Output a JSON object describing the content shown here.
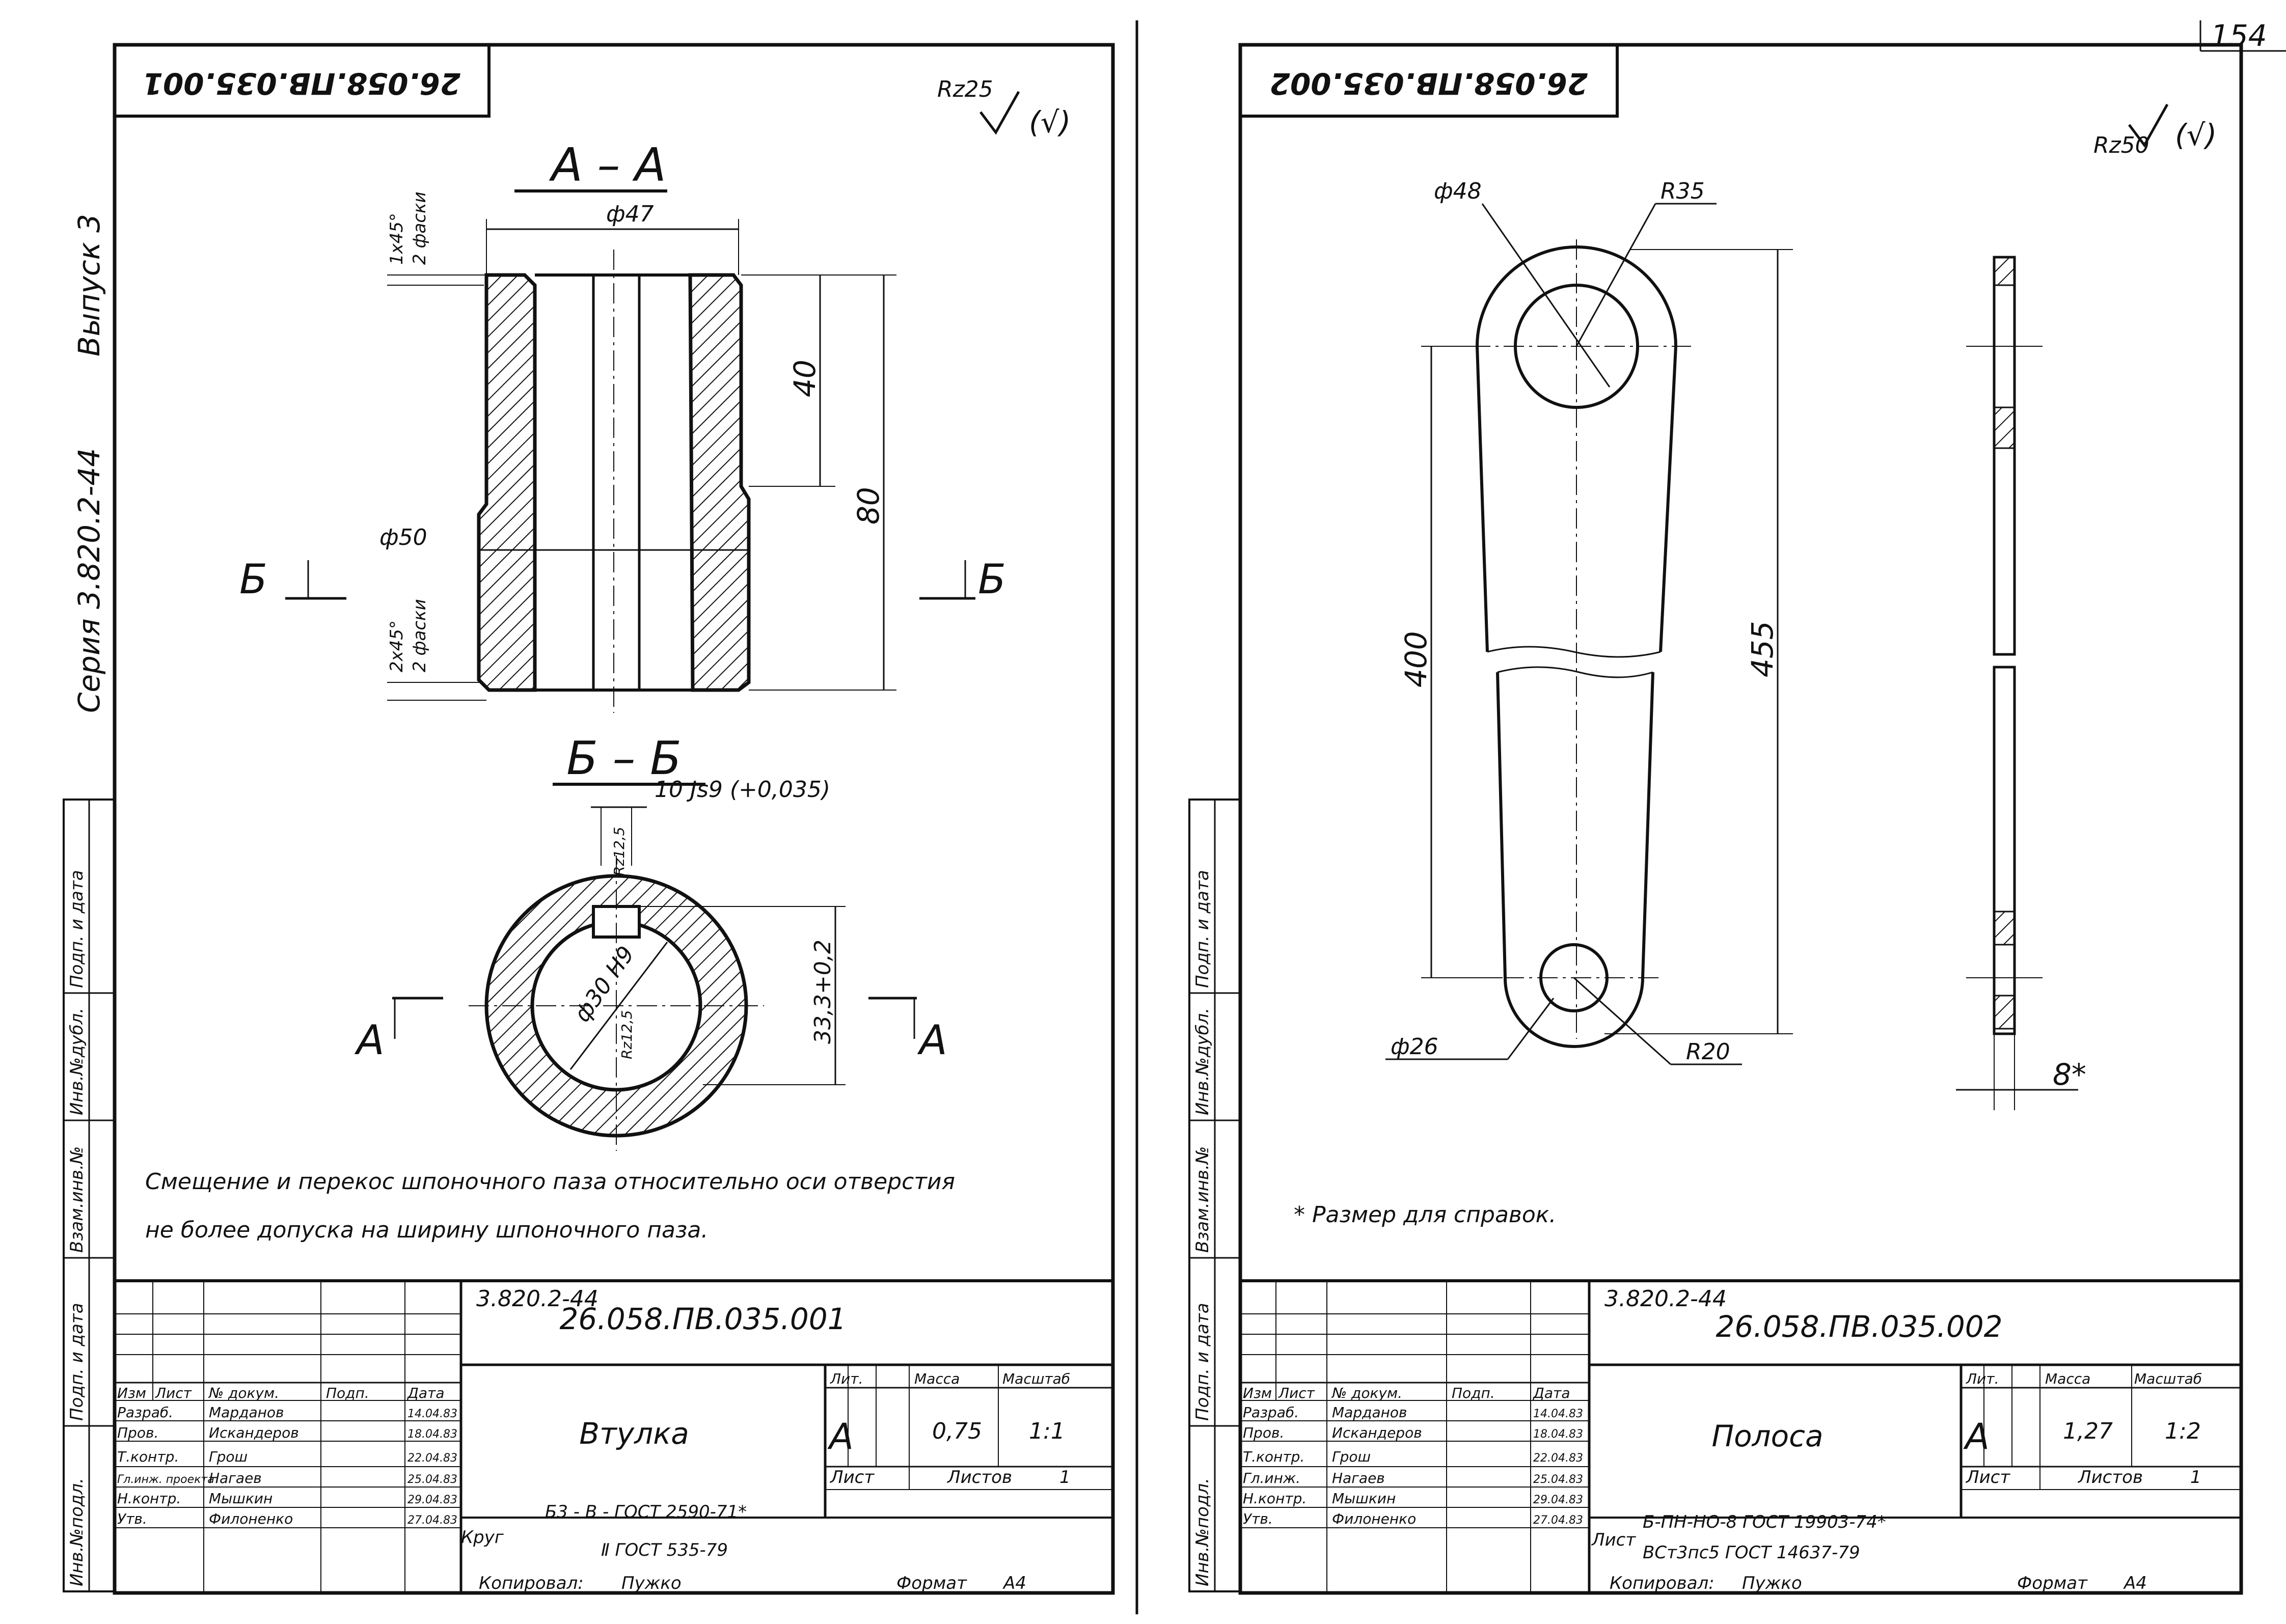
{
  "page_number": "154",
  "side_stamp": {
    "series": "Серия 3.820.2-44",
    "issue": "Выпуск 3",
    "fields": [
      "Взам.инв.№",
      "Инв.№дубл.",
      "Подп. и дата",
      "Инв.№подл.",
      "Подп. и дата"
    ]
  },
  "left_sheet": {
    "mirror_code": "26.058.ПВ.035.001",
    "roughness": "Rz25",
    "roughness_bracket": "(√)",
    "section_aa": "А – А",
    "section_bb": "Б – Б",
    "cut_b": "Б",
    "cut_a": "А",
    "dims": {
      "d47": "ф47",
      "d50": "ф50",
      "h40": "40",
      "h80": "80",
      "chamfer_top": "1x45°",
      "chamfer_top_note": "2 фаски",
      "chamfer_bottom": "2x45°",
      "chamfer_bottom_note": "2 фаски",
      "keyway": "10 Js9 (+0,035)",
      "rz125_top": "Rz12,5",
      "bore": "ф30 H9",
      "rz125_bore": "Rz12,5",
      "depth": "33,3+0,2"
    },
    "note_line1": "Смещение и перекос шпоночного паза относительно оси отверстия",
    "note_line2": "не более допуска на ширину шпоночного паза.",
    "title_block": {
      "doc_series": "3.820.2-44",
      "code": "26.058.ПВ.035.001",
      "name": "Втулка",
      "headers": [
        "Изм",
        "Лист",
        "№ докум.",
        "Подп.",
        "Дата"
      ],
      "rows": [
        {
          "role": "Разраб.",
          "name": "Марданов",
          "date": "14.04.83"
        },
        {
          "role": "Пров.",
          "name": "Искандеров",
          "date": "18.04.83"
        },
        {
          "role": "Т.контр.",
          "name": "Грош",
          "date": "22.04.83"
        },
        {
          "role": "Гл.инж. проекта",
          "name": "Нагаев",
          "date": "25.04.83"
        },
        {
          "role": "Н.контр.",
          "name": "Мышкин",
          "date": "29.04.83"
        },
        {
          "role": "Утв.",
          "name": "Филоненко",
          "date": "27.04.83"
        }
      ],
      "lit_label": "Лит.",
      "mass_label": "Масса",
      "scale_label": "Масштаб",
      "lit": "А",
      "mass": "0,75",
      "scale": "1:1",
      "sheet_label": "Лист",
      "sheets_label": "Листов",
      "sheets": "1",
      "material_prefix": "Круг",
      "material_line1": "Б3 - В - ГОСТ 2590-71*",
      "material_line2": "Ⅱ ГОСТ 535-79",
      "copied_label": "Копировал:",
      "copied_by": "Пужко",
      "format_label": "Формат",
      "format": "А4"
    }
  },
  "right_sheet": {
    "mirror_code": "26.058.ПВ.035.002",
    "roughness": "Rz50",
    "roughness_bracket": "(√)",
    "dims": {
      "d48": "ф48",
      "r35": "R35",
      "len400": "400",
      "len455": "455",
      "d26": "ф26",
      "r20": "R20",
      "thk": "8*"
    },
    "note": "* Размер для справок.",
    "title_block": {
      "doc_series": "3.820.2-44",
      "code": "26.058.ПВ.035.002",
      "name": "Полоса",
      "headers": [
        "Изм",
        "Лист",
        "№ докум.",
        "Подп.",
        "Дата"
      ],
      "rows": [
        {
          "role": "Разраб.",
          "name": "Марданов",
          "date": "14.04.83"
        },
        {
          "role": "Пров.",
          "name": "Искандеров",
          "date": "18.04.83"
        },
        {
          "role": "Т.контр.",
          "name": "Грош",
          "date": "22.04.83"
        },
        {
          "role": "Гл.инж.",
          "name": "Нагаев",
          "date": "25.04.83"
        },
        {
          "role": "Н.контр.",
          "name": "Мышкин",
          "date": "29.04.83"
        },
        {
          "role": "Утв.",
          "name": "Филоненко",
          "date": "27.04.83"
        }
      ],
      "lit_label": "Лит.",
      "mass_label": "Масса",
      "scale_label": "Масштаб",
      "lit": "А",
      "mass": "1,27",
      "scale": "1:2",
      "sheet_label": "Лист",
      "sheets_label": "Листов",
      "sheets": "1",
      "material_prefix": "Лист",
      "material_line1": "Б-ПН-НО-8 ГОСТ 19903-74*",
      "material_line2": "ВСт3пс5 ГОСТ 14637-79",
      "copied_label": "Копировал:",
      "copied_by": "Пужко",
      "format_label": "Формат",
      "format": "А4"
    }
  }
}
